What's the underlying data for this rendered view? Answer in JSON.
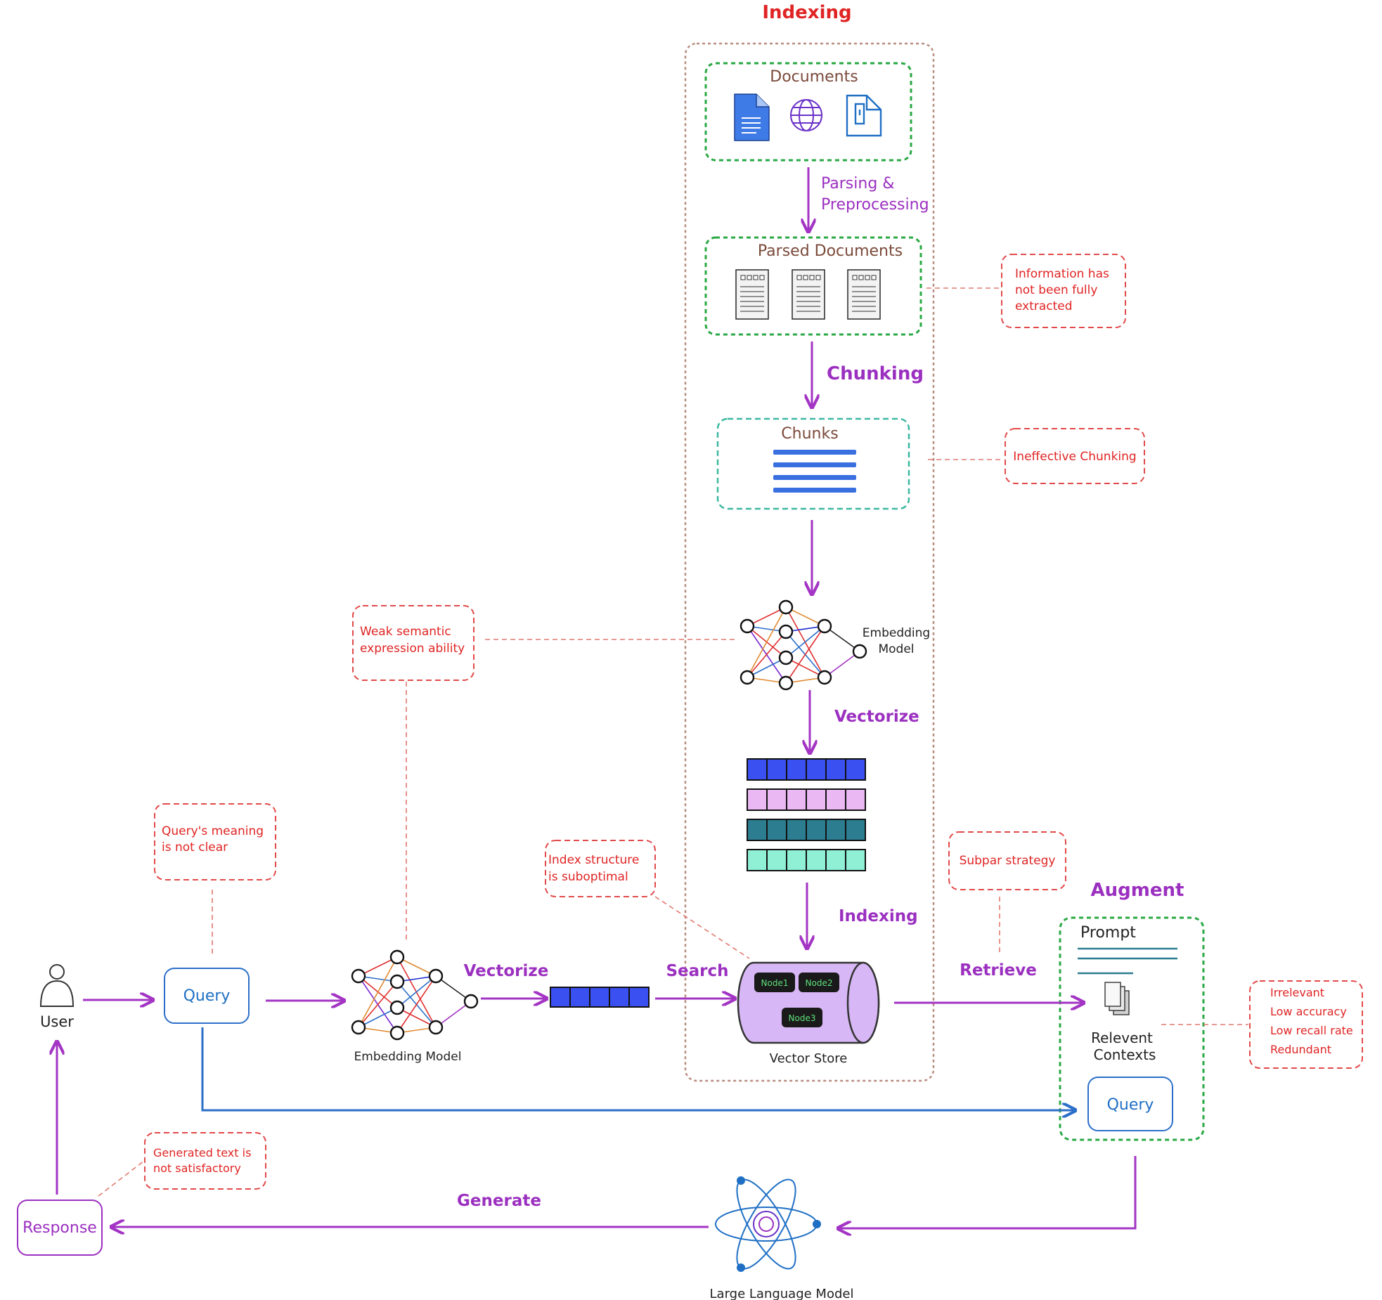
{
  "indexing_title": "Indexing",
  "augment_title": "Augment",
  "documents": {
    "title": "Documents"
  },
  "edges": {
    "parsing_line1": "Parsing  &",
    "parsing_line2": "Preprocessing",
    "chunking": "Chunking",
    "vectorize_top": "Vectorize",
    "indexing": "Indexing",
    "vectorize_bottom": "Vectorize",
    "search": "Search",
    "retrieve": "Retrieve",
    "generate": "Generate"
  },
  "parsed_documents": {
    "title": "Parsed Documents"
  },
  "chunks": {
    "title": "Chunks"
  },
  "embedding_model_top": {
    "line1": "Embedding",
    "line2": "Model"
  },
  "embedding_model_bottom": {
    "label": "Embedding Model"
  },
  "vector_store": {
    "label": "Vector Store",
    "nodes": [
      "Node1",
      "Node2",
      "Node3"
    ]
  },
  "user": {
    "label": "User"
  },
  "query": {
    "label": "Query"
  },
  "augment": {
    "prompt": "Prompt",
    "contexts_line1": "Relevent",
    "contexts_line2": "Contexts",
    "query": "Query"
  },
  "llm": {
    "label": "Large Language Model"
  },
  "response": {
    "label": "Response"
  },
  "issues": {
    "info_not_extracted": [
      "Information has",
      "not been fully",
      "extracted"
    ],
    "ineffective_chunking": [
      "Ineffective Chunking"
    ],
    "weak_semantic": [
      "Weak semantic",
      "expression ability"
    ],
    "query_meaning": [
      "Query's meaning",
      "is not clear"
    ],
    "index_structure": [
      "Index structure",
      "is suboptimal"
    ],
    "subpar_strategy": [
      "Subpar strategy"
    ],
    "context_issues": [
      "Irrelevant",
      "Low accuracy",
      "Low recall rate",
      "Redundant"
    ],
    "generated_text": [
      "Generated text is",
      "not satisfactory"
    ]
  },
  "colors": {
    "issue_red": "#e02424",
    "edge_purple": "#a334c4",
    "query_blue": "#2c6fc9",
    "container_green": "#2aa845",
    "vector_rows": [
      "#3a50f0",
      "#eab8f2",
      "#2d7d90",
      "#8ff0d6"
    ]
  },
  "icons": [
    "document-icon",
    "globe-icon",
    "file-icon",
    "parsed-page-icon",
    "user-icon",
    "neural-network-icon",
    "stacked-pages-icon",
    "atom-icon"
  ]
}
